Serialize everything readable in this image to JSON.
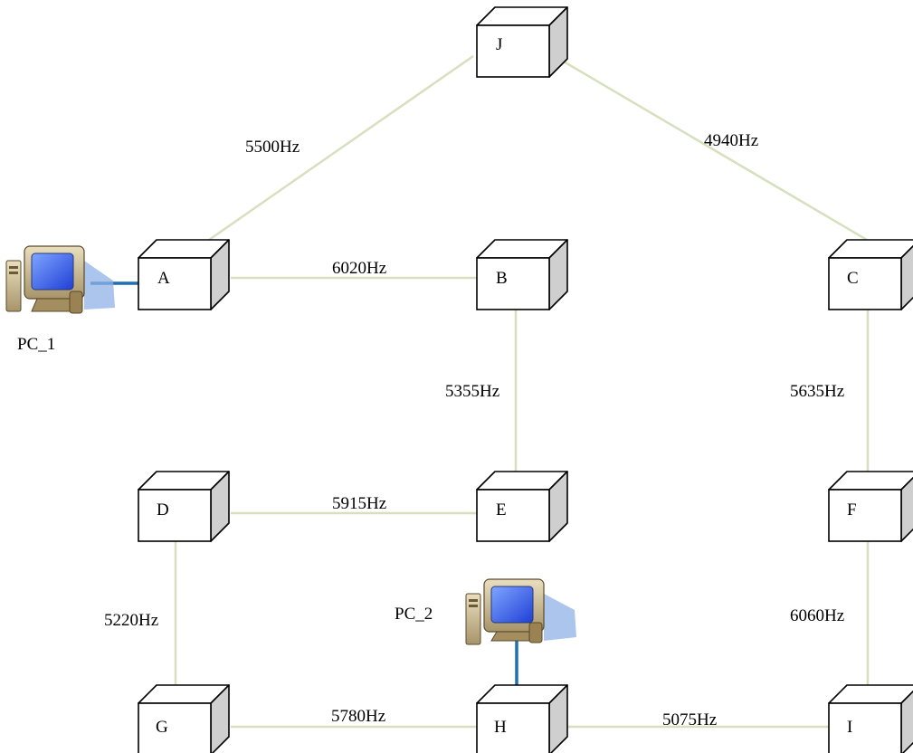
{
  "nodes": {
    "A": "A",
    "B": "B",
    "C": "C",
    "D": "D",
    "E": "E",
    "F": "F",
    "G": "G",
    "H": "H",
    "I": "I",
    "J": "J"
  },
  "links": {
    "J_A": "5500Hz",
    "J_C": "4940Hz",
    "A_B": "6020Hz",
    "B_E": "5355Hz",
    "C_F": "5635Hz",
    "D_E": "5915Hz",
    "D_G": "5220Hz",
    "F_I": "6060Hz",
    "G_H": "5780Hz",
    "H_I": "5075Hz"
  },
  "pcs": {
    "pc1": "PC_1",
    "pc2": "PC_2"
  },
  "colors": {
    "link": "#d7dfbf",
    "pc_link": "#1f6fb5",
    "box_side": "#cfcfcf",
    "monitor_screen": "#2a5cff",
    "monitor_body": "#c9b98c"
  },
  "icons": {
    "node": "router-box-icon",
    "pc": "desktop-computer-icon"
  }
}
